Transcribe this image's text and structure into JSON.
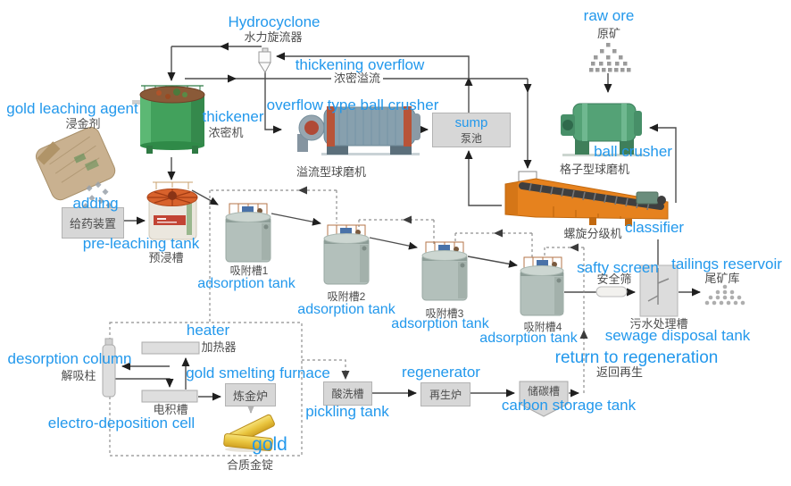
{
  "diagram": {
    "nodes": {
      "hydrocyclone": {
        "en": "Hydrocyclone",
        "zh": "水力旋流器"
      },
      "raw_ore": {
        "en": "raw ore",
        "zh": "原矿"
      },
      "thickening_overflow": {
        "en": "thickening overflow",
        "zh": "浓密溢流"
      },
      "gold_leaching_agent": {
        "en": "gold leaching agent",
        "zh": "浸金剂"
      },
      "thickener": {
        "en": "thickener",
        "zh": "浓密机"
      },
      "overflow_type_ball_crusher": {
        "en": "overflow type ball crusher",
        "zh": "溢流型球磨机"
      },
      "sump": {
        "en": "sump",
        "zh": "泵池"
      },
      "ball_crusher": {
        "en": "ball crusher",
        "zh": "格子型球磨机"
      },
      "adding": {
        "en": "adding",
        "zh": "给药装置"
      },
      "pre_leaching_tank": {
        "en": "pre-leaching tank",
        "zh": "预浸槽"
      },
      "classifier": {
        "en": "classifier",
        "zh": "螺旋分级机"
      },
      "safety_screen": {
        "en": "safty screen",
        "zh": "安全筛"
      },
      "tailings_reservoir": {
        "en": "tailings reservoir",
        "zh": "尾矿库"
      },
      "sewage_disposal_tank": {
        "en": "sewage disposal tank",
        "zh": "污水处理槽"
      },
      "return_to_regeneration": {
        "en": "return to regeneration",
        "zh": "返回再生"
      },
      "heater": {
        "en": "heater",
        "zh": "加热器"
      },
      "desorption_column": {
        "en": "desorption column",
        "zh": "解吸柱"
      },
      "gold_smelting_furnace": {
        "en": "gold smelting furnace",
        "zh": "炼金炉"
      },
      "electro_deposition_cell": {
        "en": "electro-deposition cell",
        "zh": "电积槽"
      },
      "pickling_tank": {
        "en": "pickling tank",
        "zh": "酸洗槽"
      },
      "regenerator": {
        "en": "regenerator",
        "zh": "再生炉"
      },
      "carbon_storage_tank": {
        "en": "carbon storage tank",
        "zh": "储碳槽"
      },
      "gold": {
        "en": "gold",
        "zh": "合质金锭"
      }
    },
    "adsorption_tanks": [
      {
        "zh": "吸附槽1",
        "en": "adsorption tank"
      },
      {
        "zh": "吸附槽2",
        "en": "adsorption tank"
      },
      {
        "zh": "吸附槽3",
        "en": "adsorption tank"
      },
      {
        "zh": "吸附槽4",
        "en": "adsorption tank"
      }
    ],
    "colors": {
      "label_en": "#2298ec",
      "label_zh": "#4d4d4d",
      "solid_line": "#4d4d4d",
      "dashed_line": "#8f8f8f",
      "box_fill": "#d7d7d7",
      "thickener_green": "#42a15c",
      "classifier_orange": "#e6821e",
      "mill_green": "#54a276",
      "mill_blue": "#87a0ae",
      "gold": "#e9c53f"
    }
  }
}
